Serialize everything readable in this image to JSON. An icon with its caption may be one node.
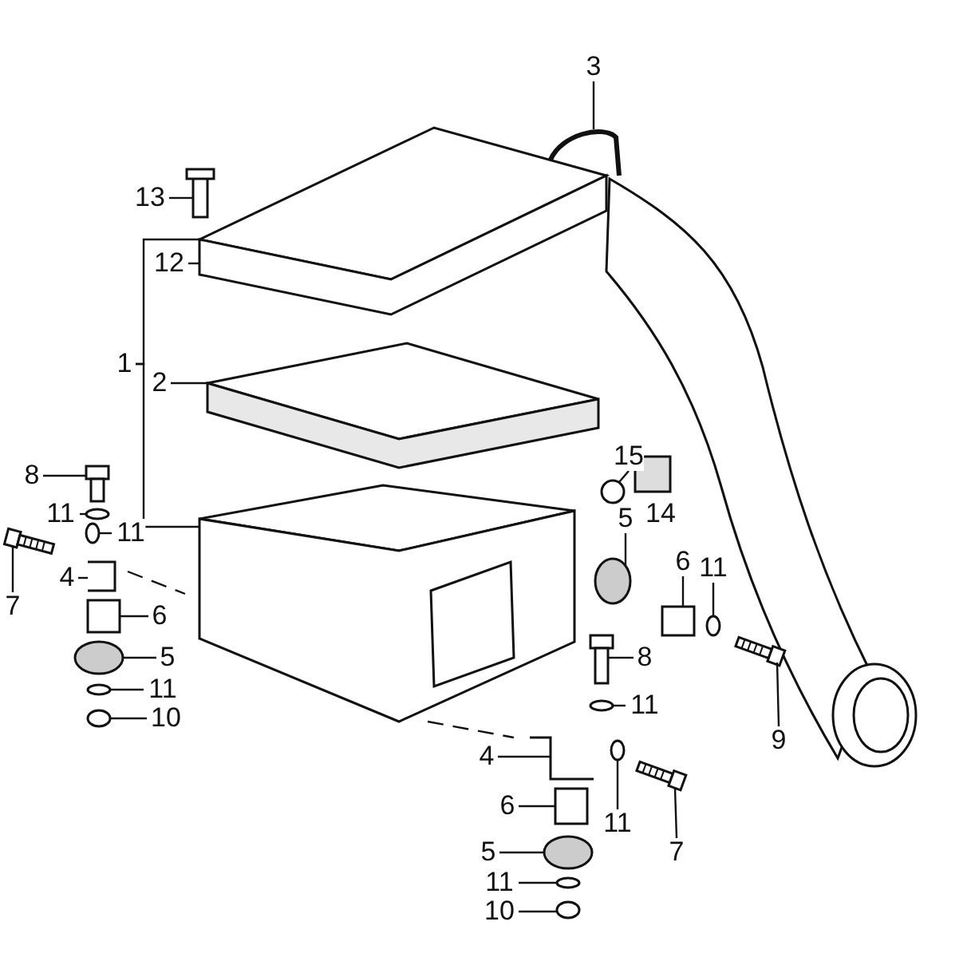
{
  "diagram": {
    "nodes": [
      {
        "text": [
          "3"
        ]
      },
      {
        "text": [
          "13"
        ]
      },
      {
        "text": [
          "12"
        ]
      },
      {
        "text": [
          "1"
        ]
      },
      {
        "text": [
          "2"
        ]
      },
      {
        "text": [
          "15"
        ]
      },
      {
        "text": [
          "8"
        ]
      },
      {
        "text": [
          "11"
        ]
      },
      {
        "text": [
          "11"
        ]
      },
      {
        "text": [
          "5"
        ]
      },
      {
        "text": [
          "6"
        ]
      },
      {
        "text": [
          "11"
        ]
      },
      {
        "text": [
          "4"
        ]
      },
      {
        "text": [
          "7"
        ]
      },
      {
        "text": [
          "6"
        ]
      },
      {
        "text": [
          "8"
        ]
      },
      {
        "text": [
          "5"
        ]
      },
      {
        "text": [
          "11"
        ]
      },
      {
        "text": [
          "11"
        ]
      },
      {
        "text": [
          "10"
        ]
      },
      {
        "text": [
          "9"
        ]
      },
      {
        "text": [
          "4"
        ]
      },
      {
        "text": [
          "6"
        ]
      },
      {
        "text": [
          "11"
        ]
      },
      {
        "text": [
          "7"
        ]
      },
      {
        "text": [
          "5"
        ]
      },
      {
        "text": [
          "11"
        ]
      },
      {
        "text": [
          "10"
        ]
      },
      {
        "text": [],
        "shape": "picture"
      },
      {
        "text": [],
        "shape": "picture"
      },
      {
        "text": [],
        "shape": "picture"
      },
      {
        "text": [],
        "shape": "picture"
      },
      {
        "text": [],
        "shape": "picture"
      },
      {
        "text": [],
        "shape": "circle"
      },
      {
        "text": [],
        "shape": "picture"
      },
      {
        "text": [],
        "shape": "circle"
      },
      {
        "text": [],
        "shape": "circle"
      },
      {
        "text": [],
        "shape": "circle"
      },
      {
        "text": [],
        "shape": "box"
      },
      {
        "text": [],
        "shape": "circle"
      },
      {
        "text": [],
        "shape": "picture"
      },
      {
        "text": [],
        "shape": "picture"
      },
      {
        "text": [],
        "shape": "box"
      },
      {
        "text": [],
        "shape": "picture"
      },
      {
        "text": [],
        "shape": "circle"
      },
      {
        "text": [],
        "shape": "circle"
      },
      {
        "text": [],
        "shape": "circle"
      },
      {
        "text": [],
        "shape": "circle"
      },
      {
        "text": [],
        "shape": "picture"
      },
      {
        "text": [],
        "shape": "picture"
      },
      {
        "text": [],
        "shape": "box"
      },
      {
        "text": [],
        "shape": "circle"
      },
      {
        "text": [],
        "shape": "picture"
      },
      {
        "text": [],
        "shape": "circle"
      },
      {
        "text": [],
        "shape": "circle"
      },
      {
        "text": [],
        "shape": "circle"
      },
      {
        "text": [],
        "shape": "box"
      },
      {
        "text": [
          "14"
        ]
      }
    ],
    "edges": [
      {
        "from": 0,
        "to": 28,
        "arrow": "none"
      },
      {
        "from": 1,
        "to": 29,
        "arrow": "none"
      },
      {
        "from": 2,
        "to": 30,
        "arrow": "none"
      },
      {
        "from": 3,
        "to": 31,
        "arrow": "none"
      },
      {
        "from": 4,
        "to": 32,
        "arrow": "none"
      },
      {
        "from": 5,
        "to": 33,
        "arrow": "none"
      },
      {
        "from": 6,
        "to": 34,
        "arrow": "none"
      },
      {
        "from": 7,
        "to": 35,
        "arrow": "none"
      },
      {
        "from": 8,
        "to": 36,
        "arrow": "none"
      },
      {
        "from": 9,
        "to": 37,
        "arrow": "none"
      },
      {
        "from": 10,
        "to": 38,
        "arrow": "none"
      },
      {
        "from": 11,
        "to": 39,
        "arrow": "none"
      },
      {
        "from": 12,
        "to": 40,
        "arrow": "none"
      },
      {
        "from": 13,
        "to": 41,
        "arrow": "none"
      },
      {
        "from": 14,
        "to": 42,
        "arrow": "none"
      },
      {
        "from": 15,
        "to": 43,
        "arrow": "none"
      },
      {
        "from": 16,
        "to": 44,
        "arrow": "none"
      },
      {
        "from": 17,
        "to": 45,
        "arrow": "none"
      },
      {
        "from": 18,
        "to": 46,
        "arrow": "none"
      },
      {
        "from": 19,
        "to": 47,
        "arrow": "none"
      },
      {
        "from": 20,
        "to": 48,
        "arrow": "none"
      },
      {
        "from": 21,
        "to": 49,
        "arrow": "none"
      },
      {
        "from": 22,
        "to": 50,
        "arrow": "none"
      },
      {
        "from": 23,
        "to": 51,
        "arrow": "none"
      },
      {
        "from": 24,
        "to": 52,
        "arrow": "none"
      },
      {
        "from": 25,
        "to": 53,
        "arrow": "none"
      },
      {
        "from": 26,
        "to": 54,
        "arrow": "none"
      },
      {
        "from": 27,
        "to": 55,
        "arrow": "none"
      },
      {
        "from": 3,
        "to": 30,
        "arrow": "none"
      }
    ]
  }
}
